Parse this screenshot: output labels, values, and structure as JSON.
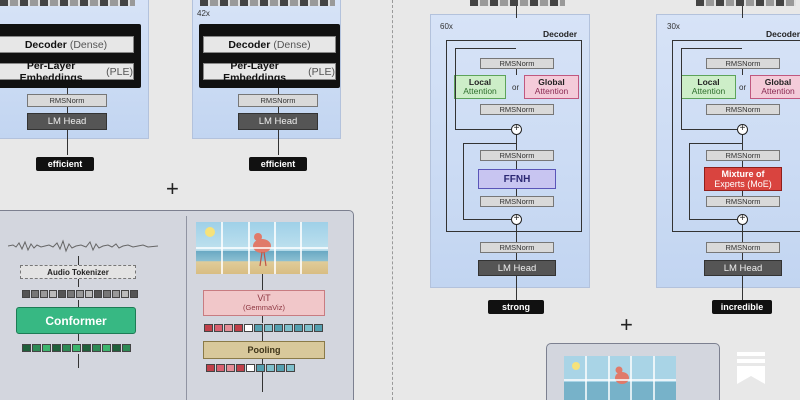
{
  "left_models": [
    {
      "id": "e2b",
      "repeat": "",
      "decoder": {
        "main": "Decoder",
        "paren": "(Dense)"
      },
      "ple": {
        "main": "Per-Layer Embeddings",
        "paren": "(PLE)"
      },
      "rmsnorm": "RMSNorm",
      "lm_head": "LM Head",
      "output": "efficient"
    },
    {
      "id": "e4b",
      "repeat": "42x",
      "decoder": {
        "main": "Decoder",
        "paren": "(Dense)"
      },
      "ple": {
        "main": "Per-Layer Embeddings",
        "paren": "(PLE)"
      },
      "rmsnorm": "RMSNorm",
      "lm_head": "LM Head",
      "output": "efficient"
    }
  ],
  "plus_sign": "+",
  "bottom_left": {
    "audio_tokenizer": "Audio Tokenizer",
    "conformer": "Conformer",
    "vit": {
      "line1": "ViT",
      "line2": "(GemmaViz)"
    },
    "pooling": "Pooling",
    "token_colors_gray": [
      "#555",
      "#777",
      "#999",
      "#bbb",
      "#555",
      "#777",
      "#999",
      "#bbb",
      "#555",
      "#777",
      "#999",
      "#bbb",
      "#555"
    ],
    "token_colors_green": [
      "#1f5f3a",
      "#2e8a55",
      "#3db56e",
      "#1f5f3a",
      "#2e8a55",
      "#3db56e",
      "#1f5f3a",
      "#2e8a55",
      "#3db56e",
      "#1f5f3a",
      "#2e8a55"
    ],
    "token_colors_vit": [
      "#c0404a",
      "#d86070",
      "#e58d97",
      "#c0404a",
      "#ffffff",
      "#55a0b0",
      "#7ec0cc",
      "#55a0b0",
      "#7ec0cc",
      "#55a0b0",
      "#7ec0cc",
      "#55a0b0"
    ],
    "token_colors_pool": [
      "#c0404a",
      "#d86070",
      "#e58d97",
      "#c0404a",
      "#ffffff",
      "#55a0b0",
      "#7ec0cc",
      "#55a0b0",
      "#7ec0cc"
    ]
  },
  "right_models": [
    {
      "id": "dense",
      "repeat": "60x",
      "decoder_label": "Decoder",
      "rmsnorm": "RMSNorm",
      "local": {
        "line1": "Local",
        "line2": "Attention"
      },
      "or": "or",
      "global": {
        "line1": "Global",
        "line2": "Attention"
      },
      "ff": {
        "line1": "FFNH",
        "line2": ""
      },
      "lm_head": "LM Head",
      "output": "strong"
    },
    {
      "id": "moe",
      "repeat": "30x",
      "decoder_label": "Decoder",
      "rmsnorm": "RMSNorm",
      "local": {
        "line1": "Local",
        "line2": "Attention"
      },
      "or": "or",
      "global": {
        "line1": "Global",
        "line2": "Attention"
      },
      "ff": {
        "line1": "Mixture of",
        "line2": "Experts (MoE)"
      },
      "lm_head": "LM Head",
      "output": "incredible"
    }
  ],
  "colors": {
    "panel_top": "#d7e3f7",
    "panel_bottom": "#c2d5f1",
    "conformer": "#37b883",
    "moe": "#d9443f",
    "ffnh": "#c8c5f1"
  },
  "icons": [
    "bookmark-icon",
    "sun-icon",
    "bird-icon"
  ]
}
